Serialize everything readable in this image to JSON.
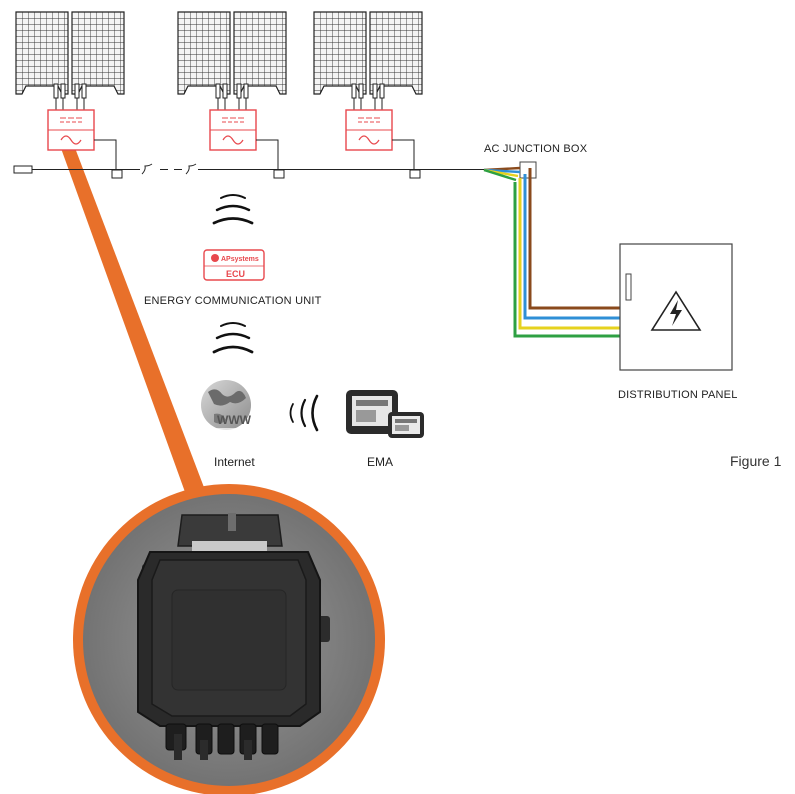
{
  "labels": {
    "ac_junction_box": "AC JUNCTION BOX",
    "energy_communication_unit": "ENERGY COMMUNICATION UNIT",
    "distribution_panel": "DISTRIBUTION PANEL",
    "internet": "Internet",
    "ema": "EMA",
    "figure": "Figure 1"
  },
  "ecu": {
    "brand": "APsystems",
    "label": "ECU"
  },
  "globe_text": "WWW",
  "colors": {
    "accent_orange": "#e8702a",
    "inverter_red": "#e8484d",
    "wire_brown": "#8a4a1c",
    "wire_blue": "#2f8fd6",
    "wire_yellow": "#e6d21e",
    "wire_green": "#2ea043"
  }
}
